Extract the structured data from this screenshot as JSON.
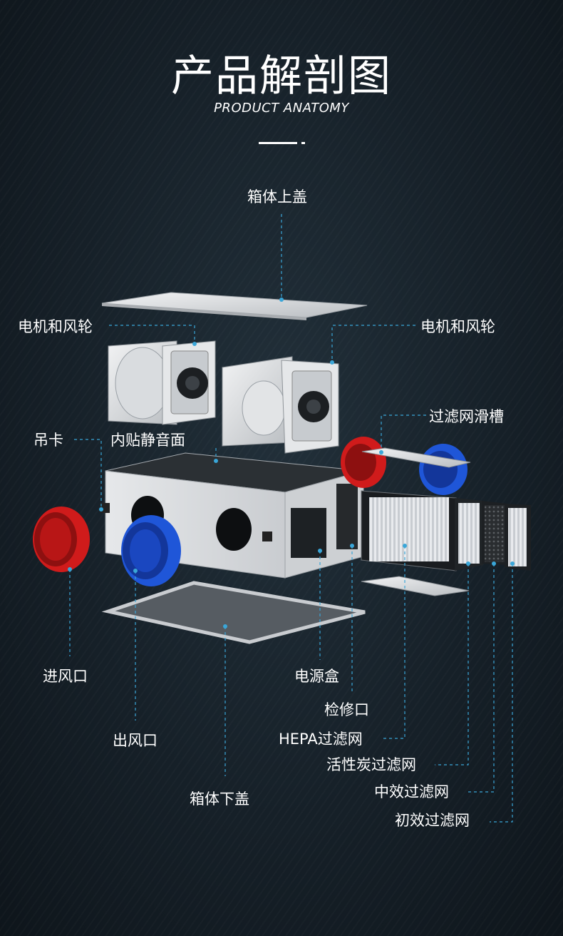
{
  "header": {
    "title": "产品解剖图",
    "subtitle": "PRODUCT ANATOMY"
  },
  "labels": {
    "top_cover": "箱体上盖",
    "motor_left": "电机和风轮",
    "motor_right": "电机和风轮",
    "filter_slot": "过滤网滑槽",
    "hanger": "吊卡",
    "sound_lining": "内贴静音面",
    "inlet": "进风口",
    "outlet": "出风口",
    "power_box": "电源盒",
    "access_port": "检修口",
    "hepa_filter": "HEPA过滤网",
    "carbon_filter": "活性炭过滤网",
    "medium_filter": "中效过滤网",
    "primary_filter": "初效过滤网",
    "bottom_cover": "箱体下盖"
  },
  "colors": {
    "leader": "#3aa6d8",
    "inlet_ring": "#e01e1e",
    "outlet_ring": "#1f57e0",
    "metal": "#d6d9dc"
  }
}
